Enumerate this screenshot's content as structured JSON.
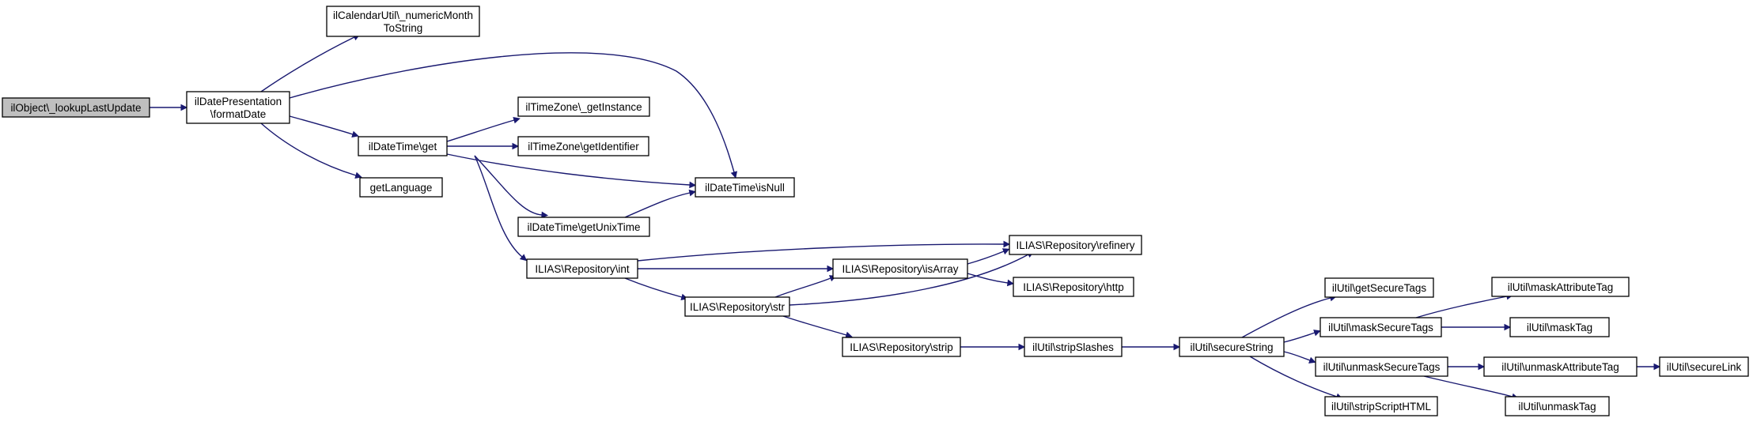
{
  "nodes": {
    "lookupLastUpdate": [
      "ilObject\\_lookupLastUpdate"
    ],
    "formatDate": [
      "ilDatePresentation",
      "\\formatDate"
    ],
    "numericMonth": [
      "ilCalendarUtil\\_numericMonth",
      "ToString"
    ],
    "dtGet": [
      "ilDateTime\\get"
    ],
    "getLanguage": [
      "getLanguage"
    ],
    "tzGetInstance": [
      "ilTimeZone\\_getInstance"
    ],
    "tzGetIdentifier": [
      "ilTimeZone\\getIdentifier"
    ],
    "dtIsNull": [
      "ilDateTime\\isNull"
    ],
    "dtGetUnixTime": [
      "ilDateTime\\getUnixTime"
    ],
    "repoInt": [
      "ILIAS\\Repository\\int"
    ],
    "repoStr": [
      "ILIAS\\Repository\\str"
    ],
    "repoIsArray": [
      "ILIAS\\Repository\\isArray"
    ],
    "repoRefinery": [
      "ILIAS\\Repository\\refinery"
    ],
    "repoHttp": [
      "ILIAS\\Repository\\http"
    ],
    "repoStrip": [
      "ILIAS\\Repository\\strip"
    ],
    "stripSlashes": [
      "ilUtil\\stripSlashes"
    ],
    "secureString": [
      "ilUtil\\secureString"
    ],
    "getSecureTags": [
      "ilUtil\\getSecureTags"
    ],
    "maskSecureTags": [
      "ilUtil\\maskSecureTags"
    ],
    "unmaskSecureTags": [
      "ilUtil\\unmaskSecureTags"
    ],
    "stripScriptHTML": [
      "ilUtil\\stripScriptHTML"
    ],
    "maskAttributeTag": [
      "ilUtil\\maskAttributeTag"
    ],
    "maskTag": [
      "ilUtil\\maskTag"
    ],
    "unmaskAttributeTag": [
      "ilUtil\\unmaskAttributeTag"
    ],
    "unmaskTag": [
      "ilUtil\\unmaskTag"
    ],
    "secureLink": [
      "ilUtil\\secureLink"
    ]
  },
  "root": "lookupLastUpdate",
  "edges": [
    [
      "lookupLastUpdate",
      "formatDate"
    ],
    [
      "formatDate",
      "numericMonth"
    ],
    [
      "formatDate",
      "dtIsNull"
    ],
    [
      "formatDate",
      "dtGet"
    ],
    [
      "formatDate",
      "getLanguage"
    ],
    [
      "dtGet",
      "tzGetInstance"
    ],
    [
      "dtGet",
      "tzGetIdentifier"
    ],
    [
      "dtGet",
      "dtIsNull"
    ],
    [
      "dtGet",
      "dtGetUnixTime"
    ],
    [
      "dtGet",
      "repoInt"
    ],
    [
      "dtGetUnixTime",
      "dtIsNull"
    ],
    [
      "repoInt",
      "repoRefinery"
    ],
    [
      "repoInt",
      "repoIsArray"
    ],
    [
      "repoInt",
      "repoStr"
    ],
    [
      "repoStr",
      "repoIsArray"
    ],
    [
      "repoStr",
      "repoRefinery"
    ],
    [
      "repoStr",
      "repoStrip"
    ],
    [
      "repoIsArray",
      "repoRefinery"
    ],
    [
      "repoIsArray",
      "repoHttp"
    ],
    [
      "repoStrip",
      "stripSlashes"
    ],
    [
      "stripSlashes",
      "secureString"
    ],
    [
      "secureString",
      "getSecureTags"
    ],
    [
      "secureString",
      "maskSecureTags"
    ],
    [
      "secureString",
      "unmaskSecureTags"
    ],
    [
      "secureString",
      "stripScriptHTML"
    ],
    [
      "maskSecureTags",
      "maskAttributeTag"
    ],
    [
      "maskSecureTags",
      "maskTag"
    ],
    [
      "unmaskSecureTags",
      "unmaskAttributeTag"
    ],
    [
      "unmaskSecureTags",
      "unmaskTag"
    ],
    [
      "unmaskAttributeTag",
      "secureLink"
    ]
  ],
  "colors": {
    "edge": "#191970",
    "node_border": "#000000",
    "root_fill": "#bfbfbf",
    "node_fill": "#ffffff"
  }
}
